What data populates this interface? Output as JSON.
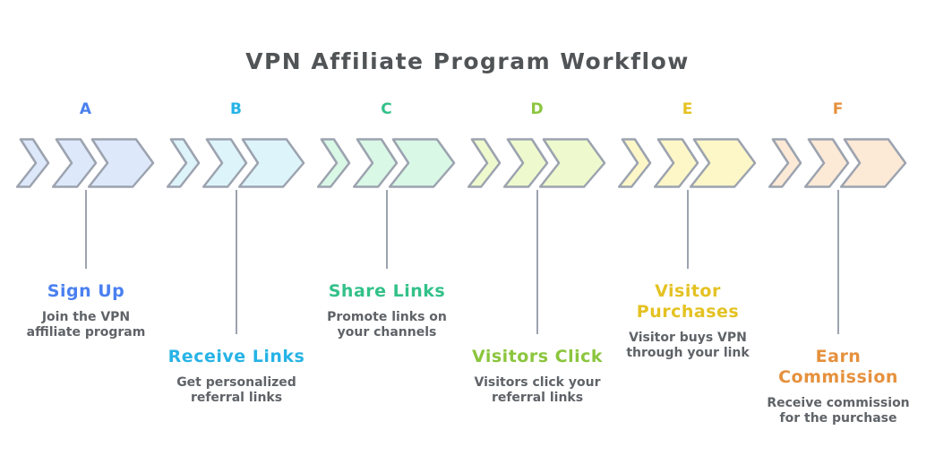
{
  "title": "VPN Affiliate Program Workflow",
  "colors": {
    "title_text": "#515456",
    "description_text": "#5f6368",
    "connector_line": "#9ca3af",
    "chevron_border": "#9ca3af"
  },
  "stages": [
    {
      "letter": "A",
      "title": "Sign Up",
      "description": "Join the VPN\naffiliate program",
      "accent": "#4a80f0",
      "fill": "#dde8fb",
      "label_position": "high"
    },
    {
      "letter": "B",
      "title": "Receive Links",
      "description": "Get personalized\nreferral links",
      "accent": "#27b3e6",
      "fill": "#def4fb",
      "label_position": "low"
    },
    {
      "letter": "C",
      "title": "Share Links",
      "description": "Promote links on\nyour channels",
      "accent": "#33c189",
      "fill": "#d9f8e6",
      "label_position": "high"
    },
    {
      "letter": "D",
      "title": "Visitors Click",
      "description": "Visitors click your\nreferral links",
      "accent": "#8bc53d",
      "fill": "#eefacd",
      "label_position": "low"
    },
    {
      "letter": "E",
      "title": "Visitor\nPurchases",
      "description": "Visitor buys VPN\nthrough your link",
      "accent": "#e4c222",
      "fill": "#fdf6c7",
      "label_position": "high"
    },
    {
      "letter": "F",
      "title": "Earn\nCommission",
      "description": "Receive commission\nfor the purchase",
      "accent": "#e5913d",
      "fill": "#fce9d6",
      "label_position": "low"
    }
  ]
}
